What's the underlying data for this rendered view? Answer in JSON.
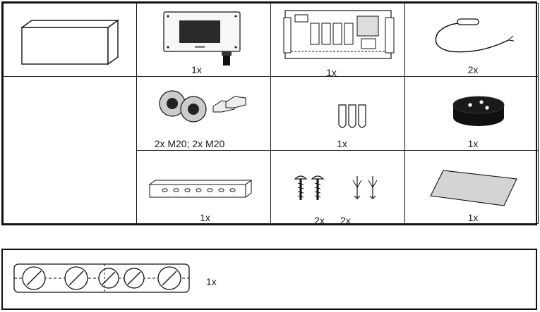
{
  "items": [
    {
      "icon": "box-icon",
      "qty": ""
    },
    {
      "icon": "display-controller-icon",
      "qty": "1x"
    },
    {
      "icon": "circuit-board-icon",
      "qty": "1x"
    },
    {
      "icon": "temperature-sensor-icon",
      "qty": "2x"
    },
    {
      "icon": "cable-glands-icon",
      "qty": "2x M20; 2x M20"
    },
    {
      "icon": "fuse-tubes-icon",
      "qty": "1x"
    },
    {
      "icon": "rubber-grommet-icon",
      "qty": "1x"
    },
    {
      "icon": "din-rail-icon",
      "qty": "1x"
    },
    {
      "icon": "screws-icon",
      "qty": "2x"
    },
    {
      "icon": "wall-plugs-icon",
      "qty": "2x"
    },
    {
      "icon": "sheet-icon",
      "qty": "1x"
    }
  ],
  "bottom": {
    "icon": "knockout-plate-icon",
    "qty": "1x"
  }
}
